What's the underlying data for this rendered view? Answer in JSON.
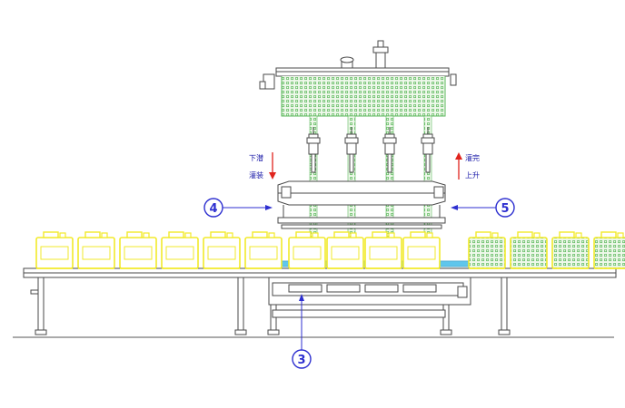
{
  "colors": {
    "line": "#4a4a4a",
    "liquid": "#5cb85c",
    "liquid_fill": "#e3f3de",
    "container": "#f2ea2a",
    "container_inner": "#ffffff",
    "callout": "#2d2fd0",
    "label_down": "#1a1aa8",
    "arrow_red": "#e0241d",
    "belt": "#38b8e8"
  },
  "labels": {
    "down_fill": [
      "下潜",
      "灌装"
    ],
    "up_done": [
      "灌完",
      "上升"
    ]
  },
  "callouts": [
    {
      "id": "callout-3",
      "text": "3"
    },
    {
      "id": "callout-4",
      "text": "4"
    },
    {
      "id": "callout-5",
      "text": "5"
    }
  ],
  "containers": {
    "left_empty_count": 6,
    "filling_count": 4,
    "right_filled_count": 4
  },
  "nozzle_count": 4
}
